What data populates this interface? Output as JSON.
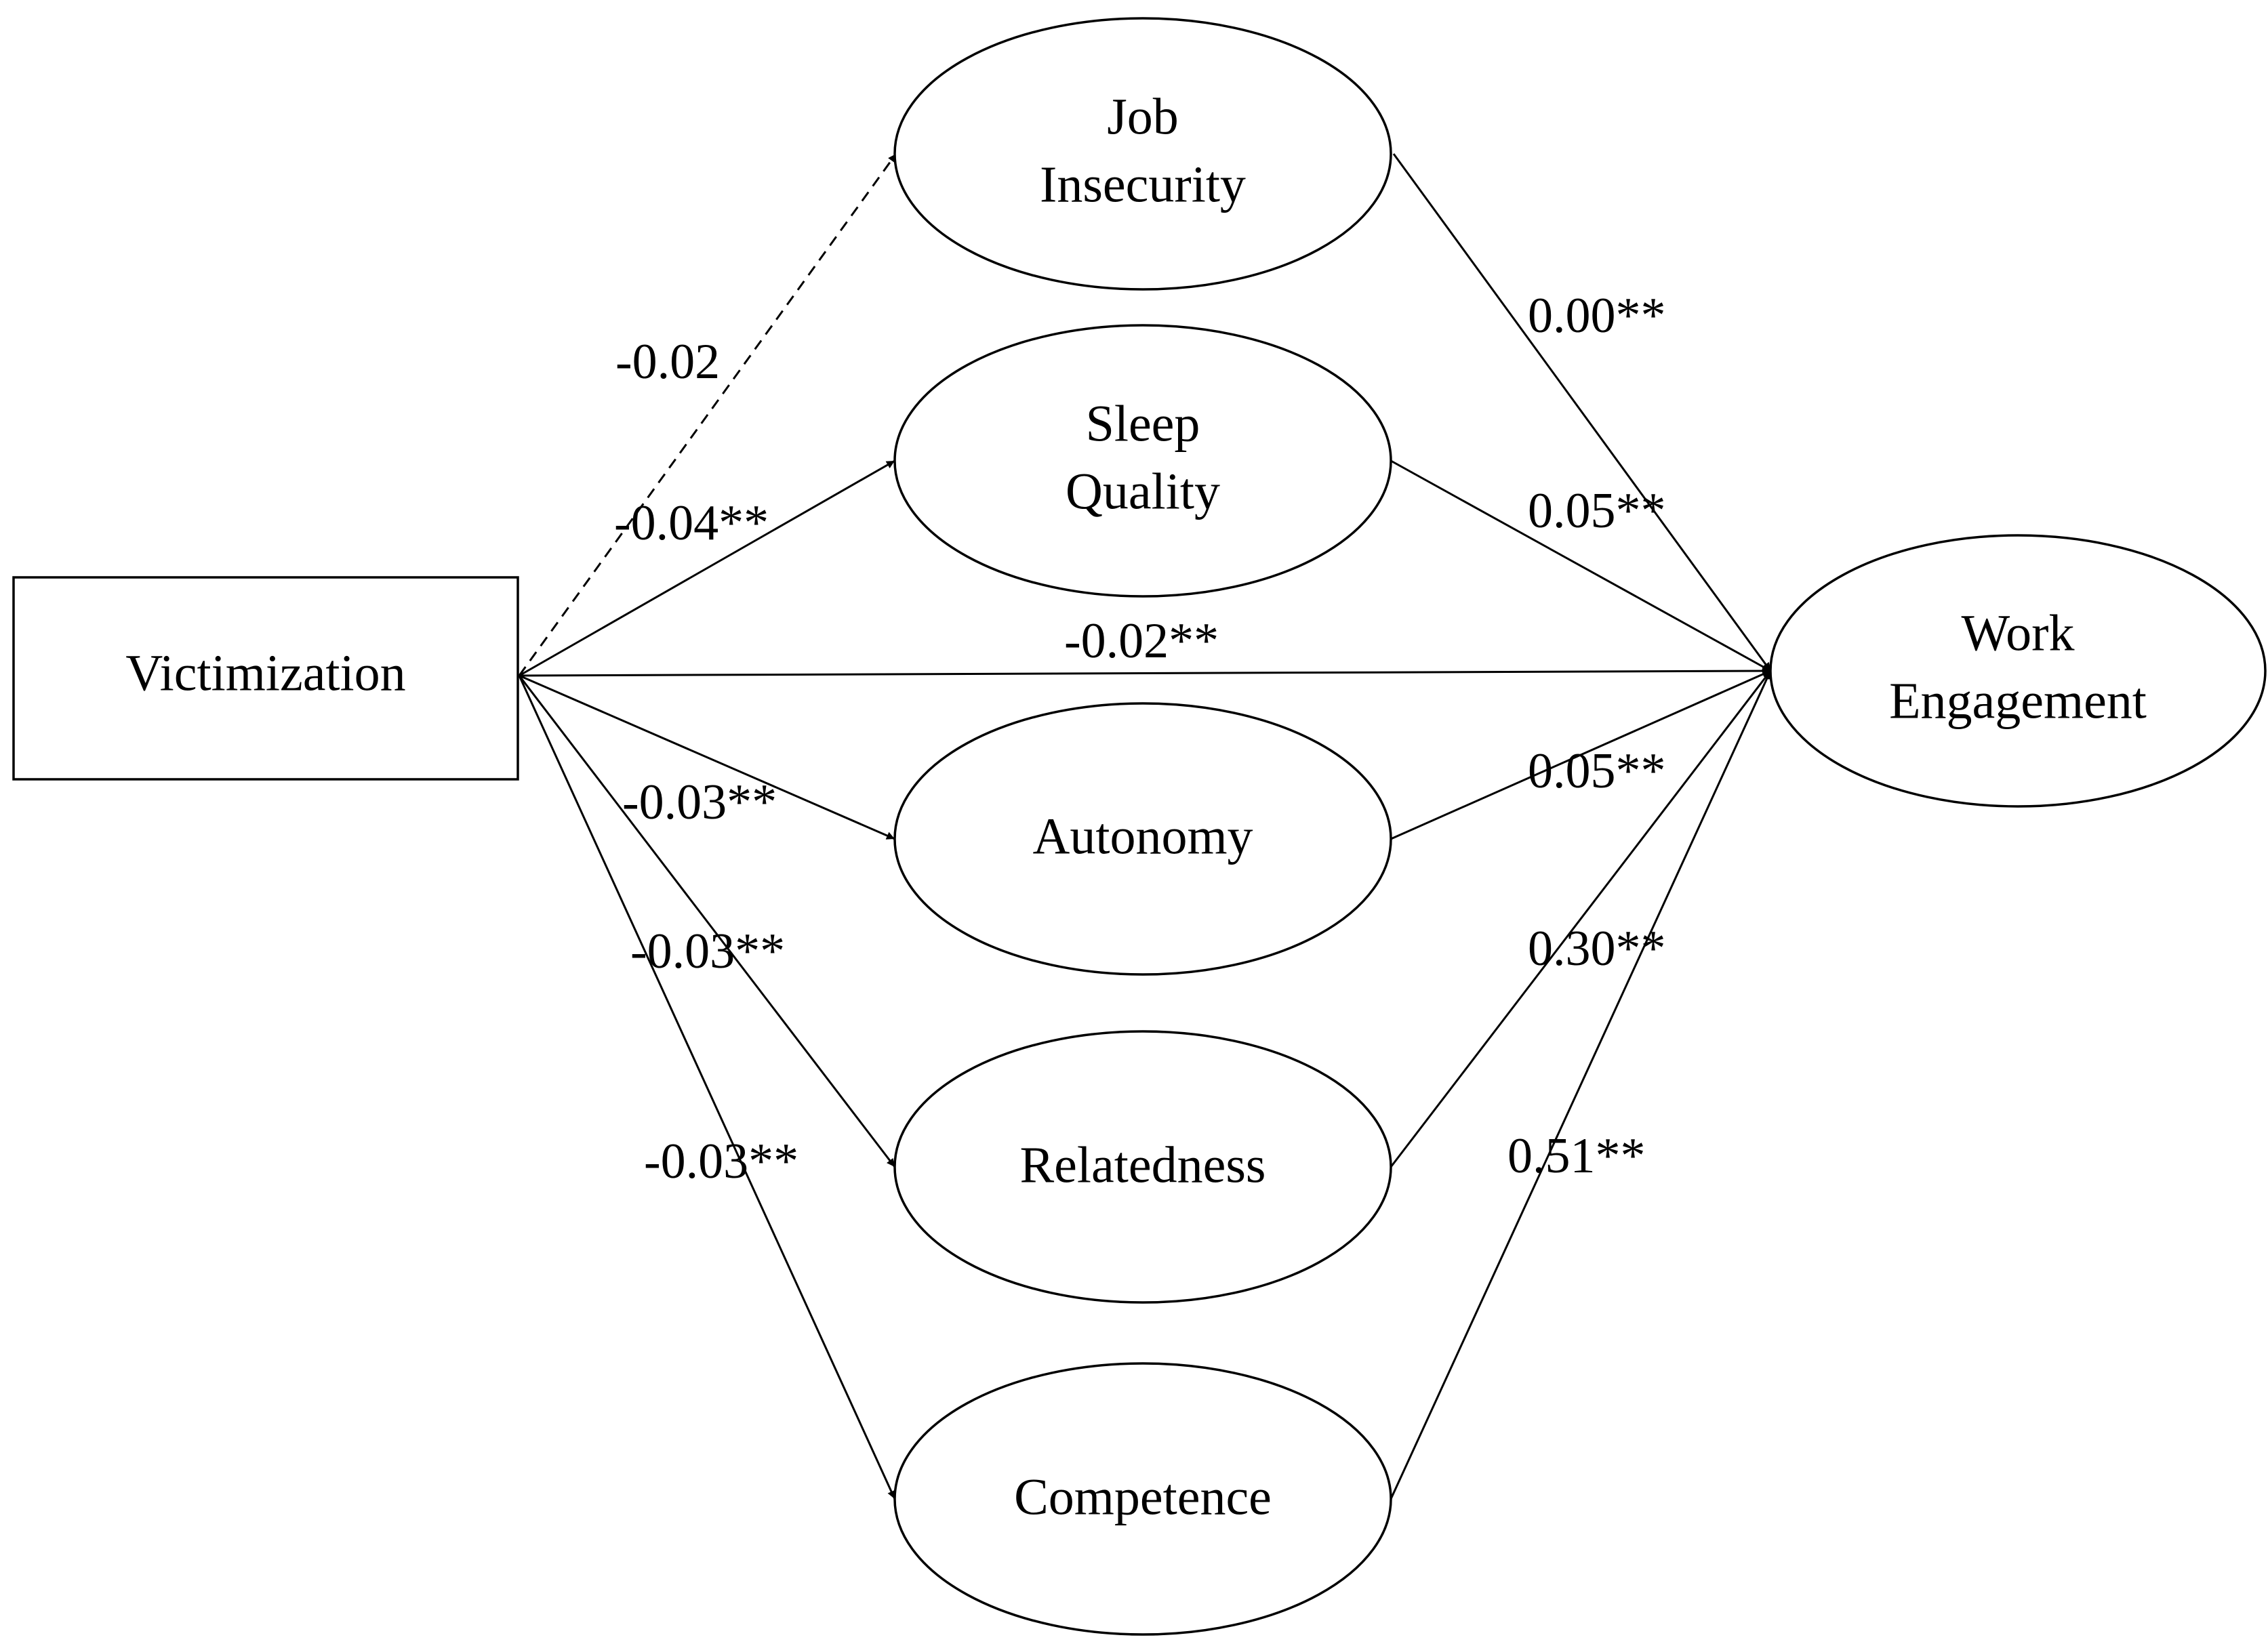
{
  "nodes": {
    "victimization": "Victimization",
    "job_insecurity": [
      "Job",
      "Insecurity"
    ],
    "sleep_quality": [
      "Sleep",
      "Quality"
    ],
    "autonomy": "Autonomy",
    "relatedness": "Relatedness",
    "competence": "Competence",
    "work_engagement": [
      "Work",
      "Engagement"
    ]
  },
  "paths": {
    "victimization_to_job_insecurity": {
      "label": "-0.02",
      "style": "dashed"
    },
    "victimization_to_sleep_quality": {
      "label": "-0.04**",
      "style": "solid"
    },
    "victimization_to_work_engagement": {
      "label": "-0.02**",
      "style": "solid"
    },
    "victimization_to_autonomy": {
      "label": "-0.03**",
      "style": "solid"
    },
    "victimization_to_relatedness": {
      "label": "-0.03**",
      "style": "solid"
    },
    "victimization_to_competence": {
      "label": "-0.03**",
      "style": "solid"
    },
    "job_insecurity_to_work_engagement": {
      "label": "0.00**",
      "style": "solid"
    },
    "sleep_quality_to_work_engagement": {
      "label": "0.05**",
      "style": "solid"
    },
    "autonomy_to_work_engagement": {
      "label": "0.05**",
      "style": "solid"
    },
    "relatedness_to_work_engagement": {
      "label": "0.30**",
      "style": "solid"
    },
    "competence_to_work_engagement": {
      "label": "0.51**",
      "style": "solid"
    }
  },
  "colors": {
    "stroke": "#000000",
    "background": "#ffffff"
  }
}
